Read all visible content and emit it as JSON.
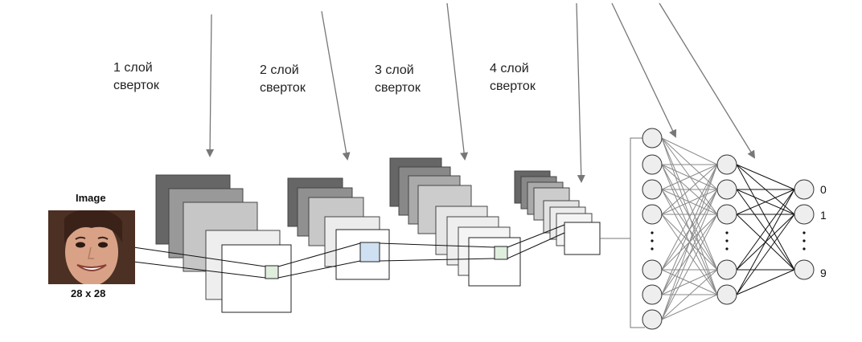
{
  "input": {
    "title": "Image",
    "size": "28 x 28",
    "picture": "face-photo"
  },
  "layers": [
    {
      "line1": "1 слой",
      "line2": "сверток"
    },
    {
      "line1": "2 слой",
      "line2": "сверток"
    },
    {
      "line1": "3 слой",
      "line2": "сверток"
    },
    {
      "line1": "4 слой",
      "line2": "сверток"
    }
  ],
  "outputs": {
    "first": "0",
    "second": "1",
    "dots": "⋮",
    "last": "9"
  },
  "colors": {
    "feature_dark": "#666666",
    "feature_mid": "#8f8f8f",
    "feature_light": "#c8c8c8",
    "feature_pale": "#ececec",
    "kernel_green": "#dfeedd",
    "kernel_blue": "#cfe0f3",
    "arrow": "#777777",
    "neuron": "#eeeeee"
  }
}
